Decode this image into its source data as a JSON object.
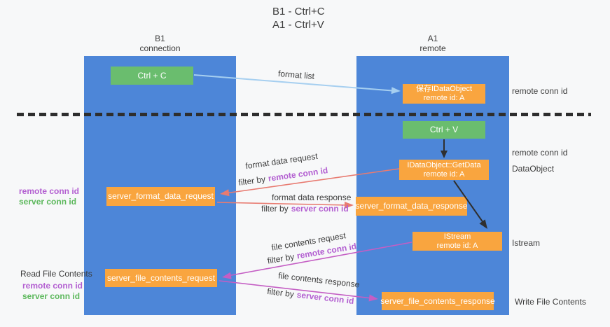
{
  "title": {
    "line1": "B1 - Ctrl+C",
    "line2": "A1 - Ctrl+V"
  },
  "columns": {
    "left": {
      "name": "B1",
      "sub": "connection"
    },
    "right": {
      "name": "A1",
      "sub": "remote"
    }
  },
  "nodes": {
    "ctrl_c": {
      "line1": "Ctrl + C"
    },
    "save_idataobject": {
      "line1": "保存IDataObject",
      "line2": "remote id: A"
    },
    "ctrl_v": {
      "line1": "Ctrl + V"
    },
    "getdata": {
      "line1": "IDataObject::GetData",
      "line2": "remote id: A"
    },
    "format_request": {
      "line1": "server_format_data_request"
    },
    "format_response": {
      "line1": "server_format_data_response"
    },
    "istream": {
      "line1": "IStream",
      "line2": "remote id: A"
    },
    "file_request": {
      "line1": "server_file_contents_request"
    },
    "file_response": {
      "line1": "server_file_contents_response"
    }
  },
  "arrow_labels": {
    "format_list": "format list",
    "format_data_request": "format data request",
    "format_data_response": "format data response",
    "file_contents_request": "file contents request",
    "file_contents_response": "file contents response",
    "filter_prefix": "filter by",
    "remote_conn_id": "remote conn id",
    "server_conn_id": "server conn id"
  },
  "side_labels": {
    "right": {
      "remote_conn_top": "remote conn id",
      "remote_conn_mid": "remote conn id",
      "dataobject": "DataObject",
      "istream": "Istream",
      "write_file_contents": "Write File Contents"
    },
    "left": {
      "remote_conn_1": "remote conn id",
      "server_conn_1": "server conn id",
      "read_file_contents": "Read File Contents",
      "remote_conn_2": "remote conn id",
      "server_conn_2": "server conn id"
    }
  },
  "colors": {
    "blue": "#4d86d8",
    "green": "#6abd6e",
    "orange": "#f9a53f",
    "purple": "#b35fd1",
    "green_text": "#5cb85c",
    "salmon": "#e87b71",
    "magenta": "#c45ec4",
    "light_blue": "#a6cff0",
    "dark": "#3d3d3d",
    "background": "#f7f8f9"
  }
}
